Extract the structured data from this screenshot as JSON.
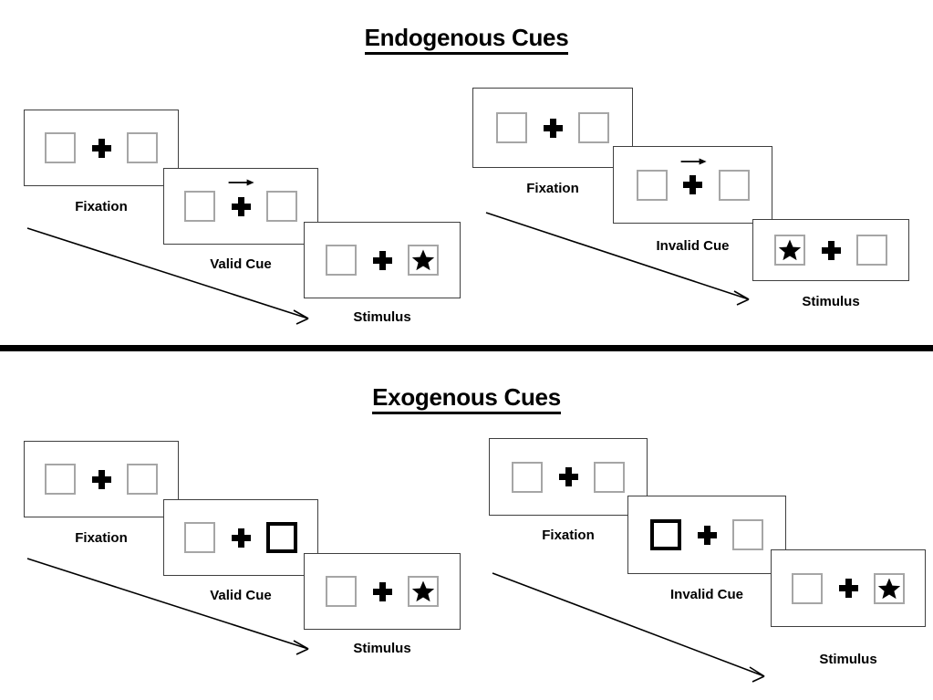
{
  "sections": [
    {
      "id": "endogenous",
      "title": "Endogenous Cues",
      "cue_type": "arrow",
      "sequences": [
        {
          "id": "endo-valid",
          "validity": "valid",
          "steps": [
            {
              "caption": "Fixation",
              "cue": "none",
              "cued_side": "none",
              "stimulus_side": "none"
            },
            {
              "caption": "Valid Cue",
              "cue": "arrow",
              "cued_side": "right",
              "stimulus_side": "none"
            },
            {
              "caption": "Stimulus",
              "cue": "none",
              "cued_side": "none",
              "stimulus_side": "right"
            }
          ]
        },
        {
          "id": "endo-invalid",
          "validity": "invalid",
          "steps": [
            {
              "caption": "Fixation",
              "cue": "none",
              "cued_side": "none",
              "stimulus_side": "none"
            },
            {
              "caption": "Invalid Cue",
              "cue": "arrow",
              "cued_side": "right",
              "stimulus_side": "none"
            },
            {
              "caption": "Stimulus",
              "cue": "none",
              "cued_side": "none",
              "stimulus_side": "left"
            }
          ]
        }
      ]
    },
    {
      "id": "exogenous",
      "title": "Exogenous Cues",
      "cue_type": "box-flash",
      "sequences": [
        {
          "id": "exo-valid",
          "validity": "valid",
          "steps": [
            {
              "caption": "Fixation",
              "cue": "none",
              "cued_side": "none",
              "stimulus_side": "none"
            },
            {
              "caption": "Valid Cue",
              "cue": "box-flash",
              "cued_side": "right",
              "stimulus_side": "none"
            },
            {
              "caption": "Stimulus",
              "cue": "none",
              "cued_side": "none",
              "stimulus_side": "right"
            }
          ]
        },
        {
          "id": "exo-invalid",
          "validity": "invalid",
          "steps": [
            {
              "caption": "Fixation",
              "cue": "none",
              "cued_side": "none",
              "stimulus_side": "none"
            },
            {
              "caption": "Invalid Cue",
              "cue": "box-flash",
              "cued_side": "left",
              "stimulus_side": "none"
            },
            {
              "caption": "Stimulus",
              "cue": "none",
              "cued_side": "none",
              "stimulus_side": "right"
            }
          ]
        }
      ]
    }
  ],
  "colors": {
    "placeholder_box_border": "#a6a6a6",
    "cued_box_border": "#000000",
    "panel_border": "#3f3f3f",
    "ink": "#000000",
    "background": "#ffffff"
  },
  "icons": {
    "fixation": "plus-icon",
    "stimulus": "star-icon",
    "endogenous_cue": "right-arrow-icon",
    "exogenous_cue": "thick-box-outline-icon",
    "time_flow": "diagonal-arrow-icon"
  }
}
